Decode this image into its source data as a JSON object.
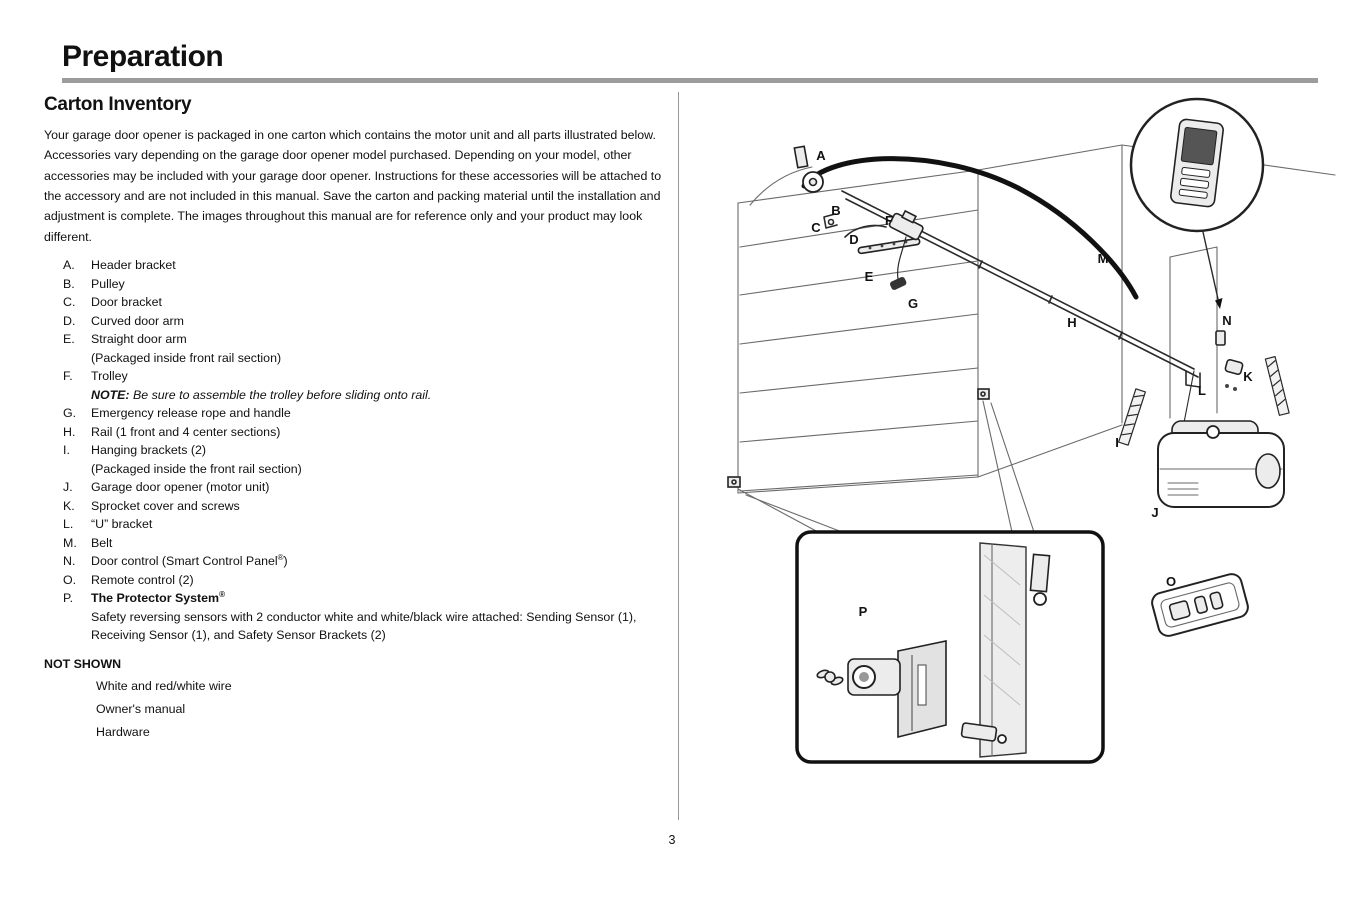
{
  "page": {
    "title": "Preparation",
    "section_title": "Carton Inventory",
    "intro": "Your garage door opener is packaged in one carton which contains the motor unit and all parts illustrated below. Accessories vary depending on the garage door opener model purchased. Depending on your model, other accessories may be included with your garage door opener. Instructions for these accessories will be attached to the accessory and are not included in this manual. Save the carton and packing material until the installation and adjustment is complete. The images throughout this manual are for reference only and your product may look different.",
    "page_number": "3"
  },
  "inventory": {
    "items": [
      {
        "letter": "A.",
        "label": "Header bracket"
      },
      {
        "letter": "B.",
        "label": "Pulley"
      },
      {
        "letter": "C.",
        "label": "Door bracket"
      },
      {
        "letter": "D.",
        "label": "Curved door arm"
      },
      {
        "letter": "E.",
        "label": "Straight door arm",
        "notes": [
          {
            "text": "(Packaged inside front rail section)"
          }
        ]
      },
      {
        "letter": "F.",
        "label": "Trolley",
        "notes": [
          {
            "prefix": "NOTE:",
            "text": " Be sure to assemble the trolley before sliding onto rail.",
            "italic": true
          }
        ]
      },
      {
        "letter": "G.",
        "label": "Emergency release rope and handle"
      },
      {
        "letter": "H.",
        "label": "Rail (1 front and 4 center sections)"
      },
      {
        "letter": "I.",
        "label": "Hanging brackets (2)",
        "notes": [
          {
            "text": "(Packaged inside the front rail section)"
          }
        ]
      },
      {
        "letter": "J.",
        "label": "Garage door opener (motor unit)"
      },
      {
        "letter": "K.",
        "label": "Sprocket cover and screws"
      },
      {
        "letter": "L.",
        "label": "“U” bracket"
      },
      {
        "letter": "M.",
        "label": "Belt"
      },
      {
        "letter": "N.",
        "label": "Door control (Smart Control Panel",
        "sup": "®",
        "label_after": ")"
      },
      {
        "letter": "O.",
        "label": "Remote control (2)"
      },
      {
        "letter": "P.",
        "label": "The Protector System",
        "sup": "®",
        "bold": true,
        "notes": [
          {
            "text": "Safety reversing sensors with 2 conductor white and white/black wire attached: Sending Sensor (1), Receiving Sensor (1), and Safety Sensor Brackets (2)"
          }
        ]
      }
    ]
  },
  "not_shown": {
    "heading": "NOT SHOWN",
    "items": [
      "White and red/white wire",
      "Owner's manual",
      "Hardware"
    ]
  },
  "diagram": {
    "labels": [
      "A",
      "B",
      "C",
      "D",
      "E",
      "F",
      "G",
      "H",
      "I",
      "J",
      "K",
      "L",
      "M",
      "N",
      "O",
      "P"
    ]
  }
}
